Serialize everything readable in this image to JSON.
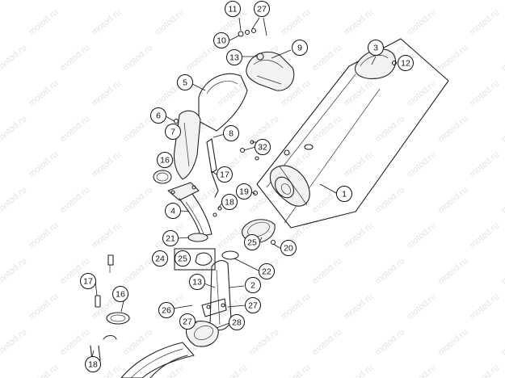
{
  "watermark": {
    "text": "motod.ru"
  },
  "callouts": [
    {
      "id": "c11",
      "label": "11"
    },
    {
      "id": "c27a",
      "label": "27"
    },
    {
      "id": "c10",
      "label": "10"
    },
    {
      "id": "c13a",
      "label": "13"
    },
    {
      "id": "c9",
      "label": "9"
    },
    {
      "id": "c3",
      "label": "3"
    },
    {
      "id": "c12",
      "label": "12"
    },
    {
      "id": "c5",
      "label": "5"
    },
    {
      "id": "c6",
      "label": "6"
    },
    {
      "id": "c7",
      "label": "7"
    },
    {
      "id": "c8",
      "label": "8"
    },
    {
      "id": "c32",
      "label": "32"
    },
    {
      "id": "c16a",
      "label": "16"
    },
    {
      "id": "c17a",
      "label": "17"
    },
    {
      "id": "c19",
      "label": "19"
    },
    {
      "id": "c1",
      "label": "1"
    },
    {
      "id": "c18a",
      "label": "18"
    },
    {
      "id": "c4",
      "label": "4"
    },
    {
      "id": "c21",
      "label": "21"
    },
    {
      "id": "c25a",
      "label": "25"
    },
    {
      "id": "c20",
      "label": "20"
    },
    {
      "id": "c24",
      "label": "24"
    },
    {
      "id": "c25b",
      "label": "25"
    },
    {
      "id": "c22",
      "label": "22"
    },
    {
      "id": "c13b",
      "label": "13"
    },
    {
      "id": "c2",
      "label": "2"
    },
    {
      "id": "c17b",
      "label": "17"
    },
    {
      "id": "c16b",
      "label": "16"
    },
    {
      "id": "c26",
      "label": "26"
    },
    {
      "id": "c27b",
      "label": "27"
    },
    {
      "id": "c27c",
      "label": "27"
    },
    {
      "id": "c28",
      "label": "28"
    },
    {
      "id": "c18b",
      "label": "18"
    }
  ]
}
